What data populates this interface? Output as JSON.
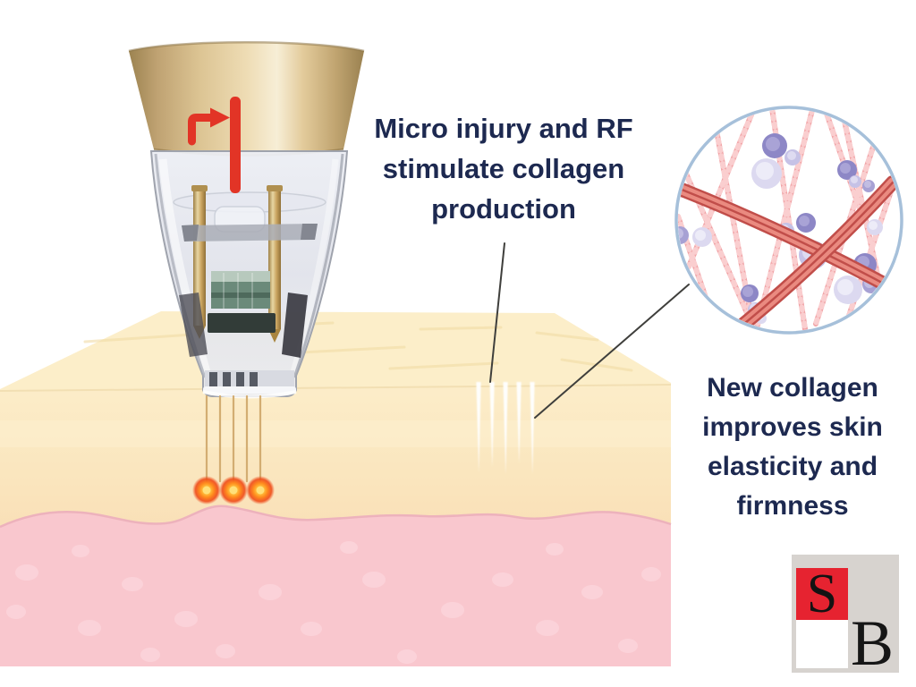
{
  "figure_type": "RF microneedling skin treatment infographic",
  "captions": {
    "left": {
      "text": "Micro injury and RF stimulate collagen production",
      "lines": [
        "Micro injury and RF",
        "stimulate collagen",
        "production"
      ]
    },
    "right": {
      "text": "New collagen improves skin elasticity and firmness",
      "lines": [
        "New collagen",
        "improves skin",
        "elasticity and",
        "firmness"
      ]
    }
  },
  "logo": {
    "letter_top": "S",
    "letter_bottom": "B"
  },
  "illustration": {
    "parts": [
      "rf-microneedling-handpiece",
      "needle-cartridge",
      "insertion-arrow-icon",
      "depth-indicator-bar",
      "microneedles",
      "rf-energy-glow-dots",
      "skin-epidermis-layer",
      "skin-dermis-layer",
      "micro-injury-channels",
      "collagen-fiber-inset-circle",
      "collagen-fibers",
      "fibroblast-cells",
      "callout-lines"
    ]
  },
  "colors": {
    "caption_text": "#1d2950",
    "accent_red_arrow": "#e23426",
    "handpiece_gold": "#dcc493",
    "cartridge_glass": "#e6e8f0",
    "needle_gold": "#d3ad72",
    "glow_orange": "#ff8c1e",
    "skin_cream": "#fceec9",
    "skin_peach": "#f6d2a6",
    "dermis_pink": "#f9c7ce",
    "injury_channel_white": "#ffffff",
    "inset_border_blue": "#a6c0da",
    "collagen_strand_pink": "#f2a6a8",
    "collagen_rope_red": "#c14e4a",
    "cell_purple": "#a7a1d4",
    "logo_red": "#e62330",
    "logo_gray": "#d7d3cf",
    "callout_line": "#3f3f3c"
  }
}
